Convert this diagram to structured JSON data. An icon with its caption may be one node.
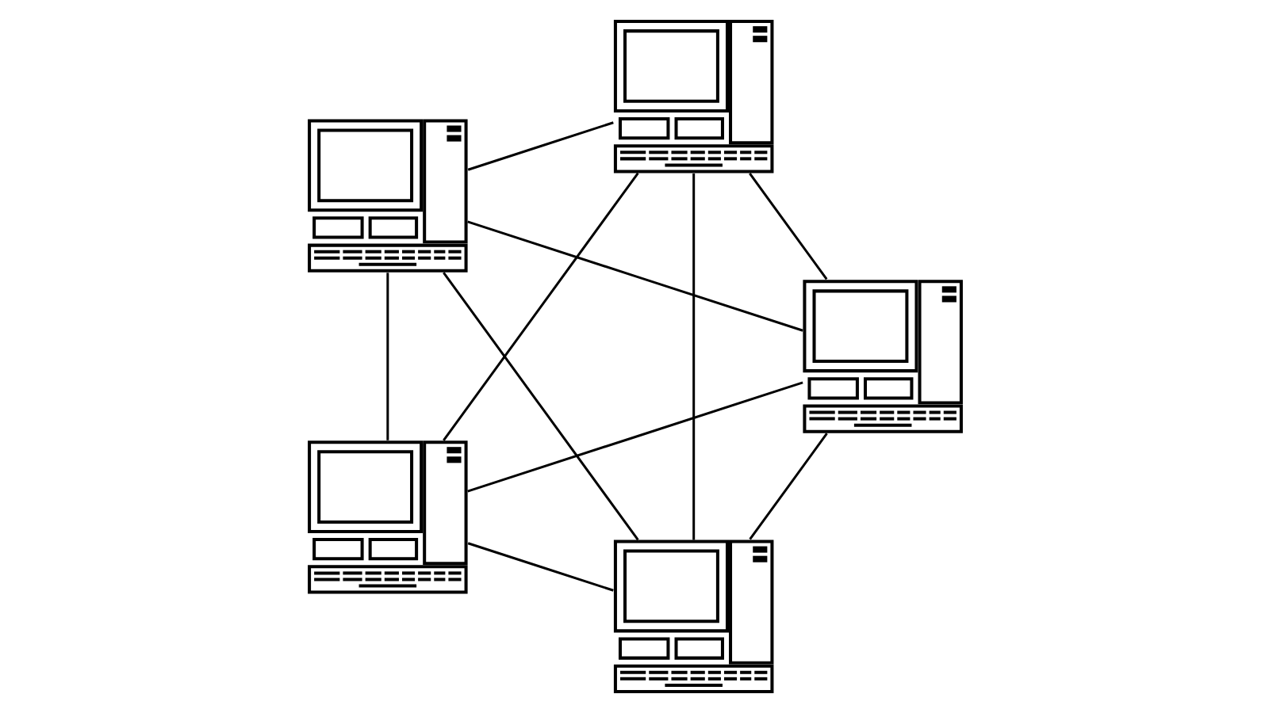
{
  "diagram": {
    "nodes": [
      {
        "text": [],
        "shape": "computer"
      },
      {
        "text": [],
        "shape": "computer"
      },
      {
        "text": [],
        "shape": "computer"
      },
      {
        "text": [],
        "shape": "computer"
      },
      {
        "text": [],
        "shape": "computer"
      }
    ],
    "edges": [
      {
        "from": 0,
        "to": 1,
        "arrow": "none"
      },
      {
        "from": 0,
        "to": 2,
        "arrow": "none"
      },
      {
        "from": 0,
        "to": 3,
        "arrow": "none"
      },
      {
        "from": 0,
        "to": 4,
        "arrow": "none"
      },
      {
        "from": 1,
        "to": 2,
        "arrow": "none"
      },
      {
        "from": 1,
        "to": 3,
        "arrow": "none"
      },
      {
        "from": 1,
        "to": 4,
        "arrow": "none"
      },
      {
        "from": 2,
        "to": 3,
        "arrow": "none"
      },
      {
        "from": 2,
        "to": 4,
        "arrow": "none"
      },
      {
        "from": 3,
        "to": 4,
        "arrow": "none"
      }
    ]
  }
}
